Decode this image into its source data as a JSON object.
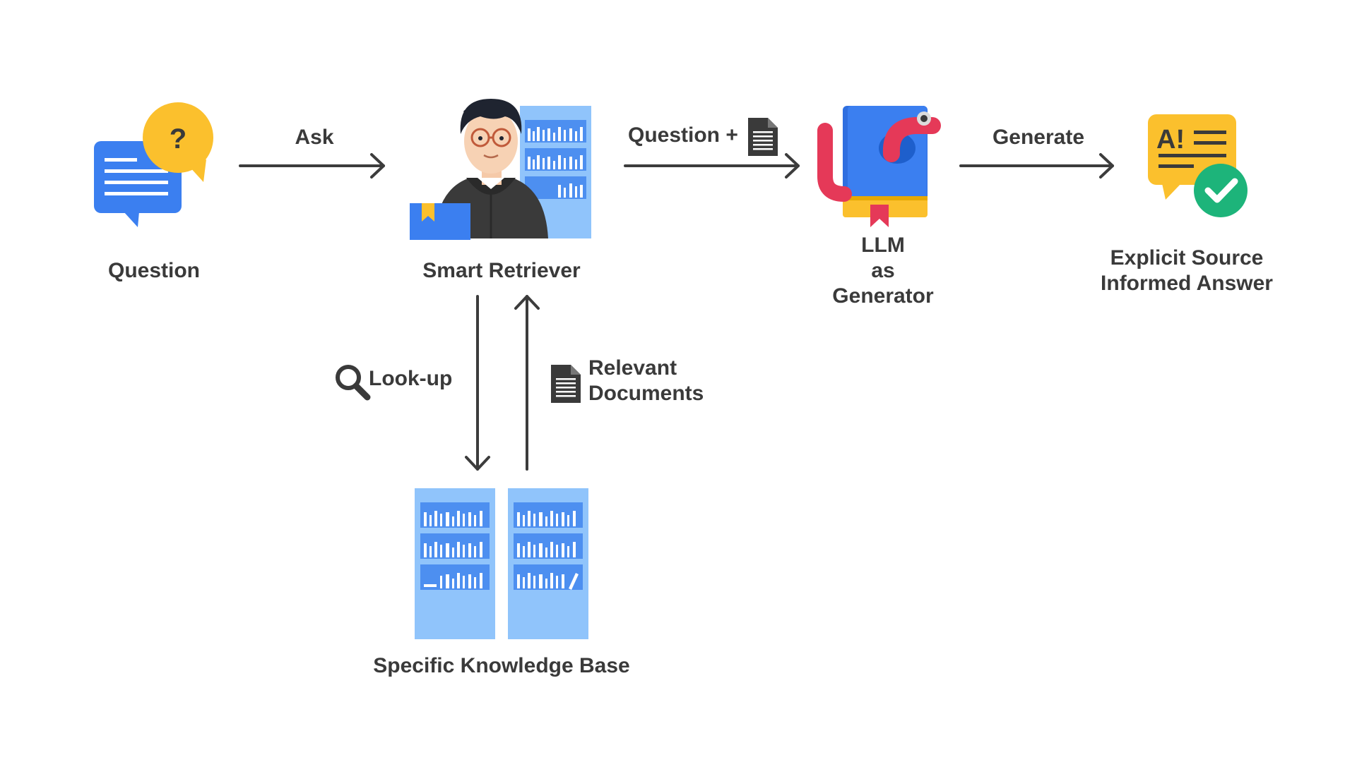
{
  "nodes": {
    "question": {
      "label": "Question"
    },
    "retriever": {
      "label": "Smart Retriever"
    },
    "generator": {
      "label_lines": [
        "LLM",
        "as",
        "Generator"
      ]
    },
    "answer": {
      "label_lines": [
        "Explicit Source",
        "Informed Answer"
      ]
    },
    "knowledge_base": {
      "label": "Specific Knowledge Base"
    }
  },
  "edges": {
    "ask": {
      "label": "Ask"
    },
    "question_plus_doc": {
      "label": "Question +"
    },
    "generate": {
      "label": "Generate"
    },
    "lookup": {
      "label": "Look-up"
    },
    "relevant_docs": {
      "label_lines": [
        "Relevant",
        "Documents"
      ]
    }
  },
  "icons": {
    "question_bubble": {
      "glyph": "?",
      "color": "#fbc02d",
      "bubble_color": "#3b7ff0"
    },
    "answer_bubble": {
      "glyph": "A!",
      "color": "#fbc02d",
      "check_color": "#1db47a"
    },
    "book": {
      "color": "#3b7ff0",
      "worm_color": "#e53958"
    },
    "shelf": {
      "color": "#90c4fb",
      "inner_color": "#5b9bf3"
    }
  },
  "colors": {
    "arrow": "#3c3c3c",
    "text": "#3a3a3a"
  }
}
